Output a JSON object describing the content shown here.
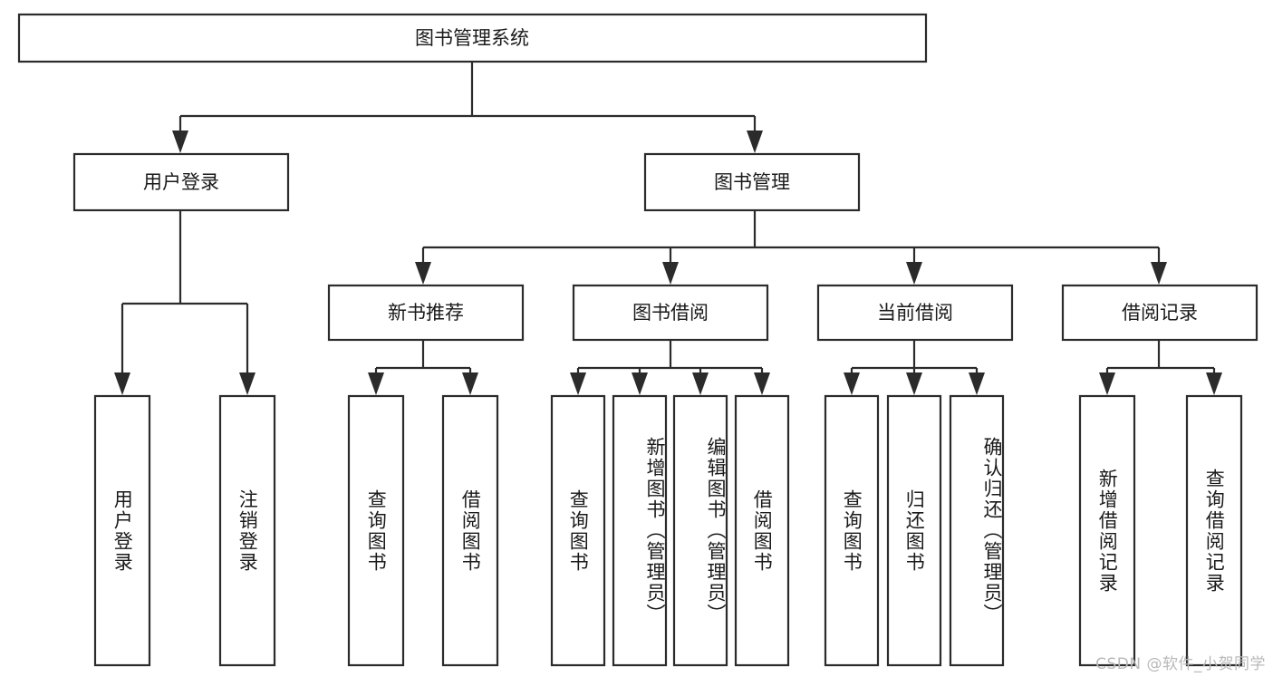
{
  "diagram": {
    "title": "图书管理系统",
    "type": "tree-hierarchy-chart",
    "colors": {
      "stroke": "#2b2b2b",
      "fill": "#ffffff",
      "text": "#1a1a1a",
      "background": "#ffffff",
      "watermark": "#b9b9b9"
    },
    "root": {
      "label": "图书管理系统"
    },
    "level2": [
      {
        "label": "用户登录"
      },
      {
        "label": "图书管理"
      }
    ],
    "level3": [
      {
        "label": "新书推荐"
      },
      {
        "label": "图书借阅"
      },
      {
        "label": "当前借阅"
      },
      {
        "label": "借阅记录"
      }
    ],
    "leaves": {
      "user_login": [
        {
          "label": "用户登录"
        },
        {
          "label": "注销登录"
        }
      ],
      "new_book_recommend": [
        {
          "label": "查询图书"
        },
        {
          "label": "借阅图书"
        }
      ],
      "book_borrow": [
        {
          "label": "查询图书"
        },
        {
          "label": "新增图书（管理员）"
        },
        {
          "label": "编辑图书（管理员）"
        },
        {
          "label": "借阅图书"
        }
      ],
      "current_borrow": [
        {
          "label": "查询图书"
        },
        {
          "label": "归还图书"
        },
        {
          "label": "确认归还（管理员）"
        }
      ],
      "borrow_record": [
        {
          "label": "新增借阅记录"
        },
        {
          "label": "查询借阅记录"
        }
      ]
    },
    "watermark": "CSDN @软件_小贺同学"
  }
}
